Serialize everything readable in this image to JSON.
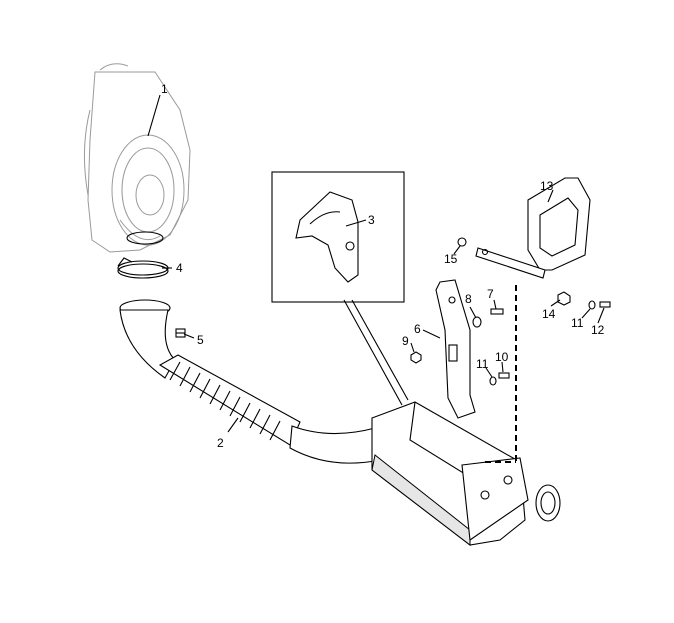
{
  "callouts": [
    "1",
    "2",
    "3",
    "4",
    "5",
    "6",
    "7",
    "8",
    "9",
    "10",
    "11",
    "11",
    "12",
    "13",
    "14",
    "15"
  ]
}
